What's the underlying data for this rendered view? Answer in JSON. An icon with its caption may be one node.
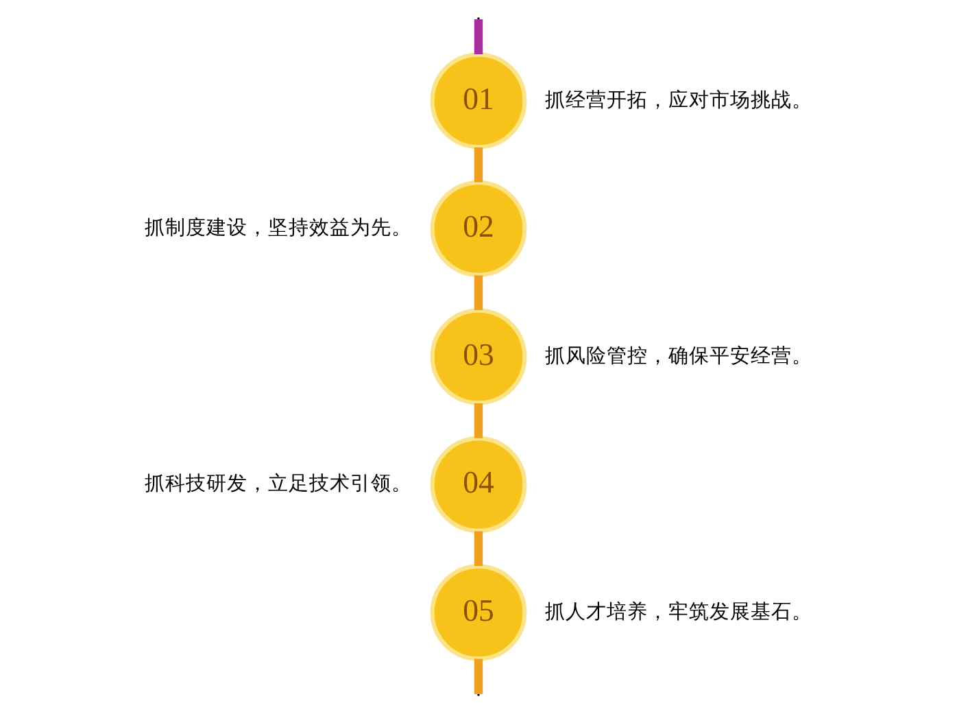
{
  "diagram": {
    "nodes": [
      {
        "text": [
          "01"
        ],
        "beside": [
          "抓经营开拓，应对市场挑战。"
        ]
      },
      {
        "text": [
          "02"
        ],
        "beside": [
          "抓制度建设，坚持效益为先。"
        ]
      },
      {
        "text": [
          "03"
        ],
        "beside": [
          "抓风险管控，确保平安经营。"
        ]
      },
      {
        "text": [
          "04"
        ],
        "beside": [
          "抓科技研发，立足技术引领。"
        ]
      },
      {
        "text": [
          "05"
        ],
        "beside": [
          "抓人才培养，牢筑发展基石。"
        ]
      }
    ],
    "edges": [
      {
        "from": null,
        "to": 0,
        "arrow": "none",
        "color": "#a8309c"
      },
      {
        "from": 0,
        "to": 1,
        "arrow": "none"
      },
      {
        "from": 1,
        "to": 2,
        "arrow": "none"
      },
      {
        "from": 2,
        "to": 3,
        "arrow": "none"
      },
      {
        "from": 3,
        "to": 4,
        "arrow": "none"
      },
      {
        "from": 4,
        "to": null,
        "arrow": "none"
      }
    ]
  }
}
